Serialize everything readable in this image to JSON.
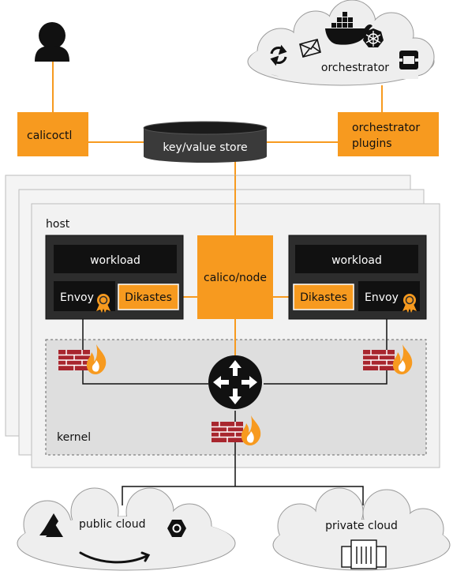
{
  "labels": {
    "orchestrator": "orchestrator",
    "calicoctl": "calicoctl",
    "kv_store": "key/value store",
    "orch_plugins_1": "orchestrator",
    "orch_plugins_2": "plugins",
    "host": "host",
    "workload_left": "workload",
    "workload_right": "workload",
    "envoy_left": "Envoy",
    "envoy_right": "Envoy",
    "dikastes_left": "Dikastes",
    "dikastes_right": "Dikastes",
    "calico_node": "calico/node",
    "kernel": "kernel",
    "public_cloud": "public cloud",
    "private_cloud": "private cloud"
  },
  "icons": {
    "user": "user-icon",
    "sync": "sync-icon",
    "mail": "mail-icon",
    "docker": "docker-icon",
    "kubernetes": "kubernetes-icon",
    "openstack": "openstack-icon",
    "database": "database-icon",
    "certificate": "certificate-icon",
    "firewall": "firewall-icon",
    "router": "router-icon",
    "azure": "azure-icon",
    "gcp": "gcp-icon",
    "aws": "aws-icon",
    "servers": "servers-icon"
  },
  "colors": {
    "accent": "#f79a1f",
    "dark": "#2d2d2d",
    "black": "#111111",
    "host_bg": "#f2f2f2",
    "kernel_bg": "#dedede",
    "cloud_bg": "#eeeeee",
    "brick": "#a8262e"
  }
}
